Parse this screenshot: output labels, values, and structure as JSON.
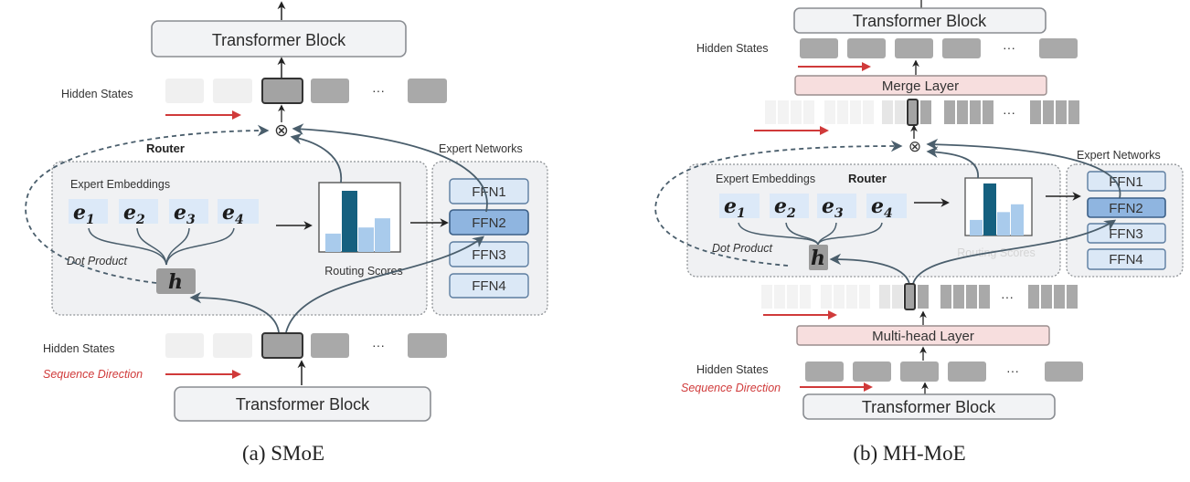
{
  "panels": {
    "smoe": {
      "caption": "(a) SMoE",
      "top_block": "Transformer Block",
      "bottom_block": "Transformer Block",
      "hidden_states_top": "Hidden States",
      "hidden_states_bottom": "Hidden States",
      "sequence_direction": "Sequence Direction",
      "router": "Router",
      "expert_networks": "Expert Networks",
      "expert_embeddings": "Expert Embeddings",
      "embeddings": [
        {
          "base": "e",
          "sub": "1"
        },
        {
          "base": "e",
          "sub": "2"
        },
        {
          "base": "e",
          "sub": "3"
        },
        {
          "base": "e",
          "sub": "4"
        }
      ],
      "dot_product": "Dot Product",
      "h": "h",
      "routing_scores": "Routing Scores",
      "routing_score_levels": [
        0.3,
        1.0,
        0.4,
        0.55
      ],
      "experts": [
        "FFN1",
        "FFN2",
        "FFN3",
        "FFN4"
      ],
      "selected_expert": "FFN2",
      "ellipsis": "···",
      "operator": "⊗"
    },
    "mhmoe": {
      "caption": "(b) MH-MoE",
      "top_block": "Transformer Block",
      "bottom_block": "Transformer Block",
      "hidden_states_top": "Hidden States",
      "hidden_states_bottom": "Hidden States",
      "sequence_direction": "Sequence Direction",
      "merge_layer": "Merge Layer",
      "multihead_layer": "Multi-head Layer",
      "router": "Router",
      "expert_networks": "Expert Networks",
      "expert_embeddings": "Expert Embeddings",
      "embeddings": [
        {
          "base": "e",
          "sub": "1"
        },
        {
          "base": "e",
          "sub": "2"
        },
        {
          "base": "e",
          "sub": "3"
        },
        {
          "base": "e",
          "sub": "4"
        }
      ],
      "dot_product": "Dot Product",
      "h": "h",
      "routing_scores": "Routing Scores",
      "routing_score_levels": [
        0.3,
        1.0,
        0.45,
        0.6
      ],
      "experts": [
        "FFN1",
        "FFN2",
        "FFN3",
        "FFN4"
      ],
      "selected_expert": "FFN2",
      "ellipsis": "···",
      "operator": "⊗"
    }
  },
  "colors": {
    "sequence_arrow": "#d03a3a",
    "embedding_fill": "#dce9f8",
    "selected_expert": "#8fb5e0",
    "top_score_bar": "#15607f",
    "score_bar": "#a9cbec",
    "layer_fill": "#f7dede"
  }
}
